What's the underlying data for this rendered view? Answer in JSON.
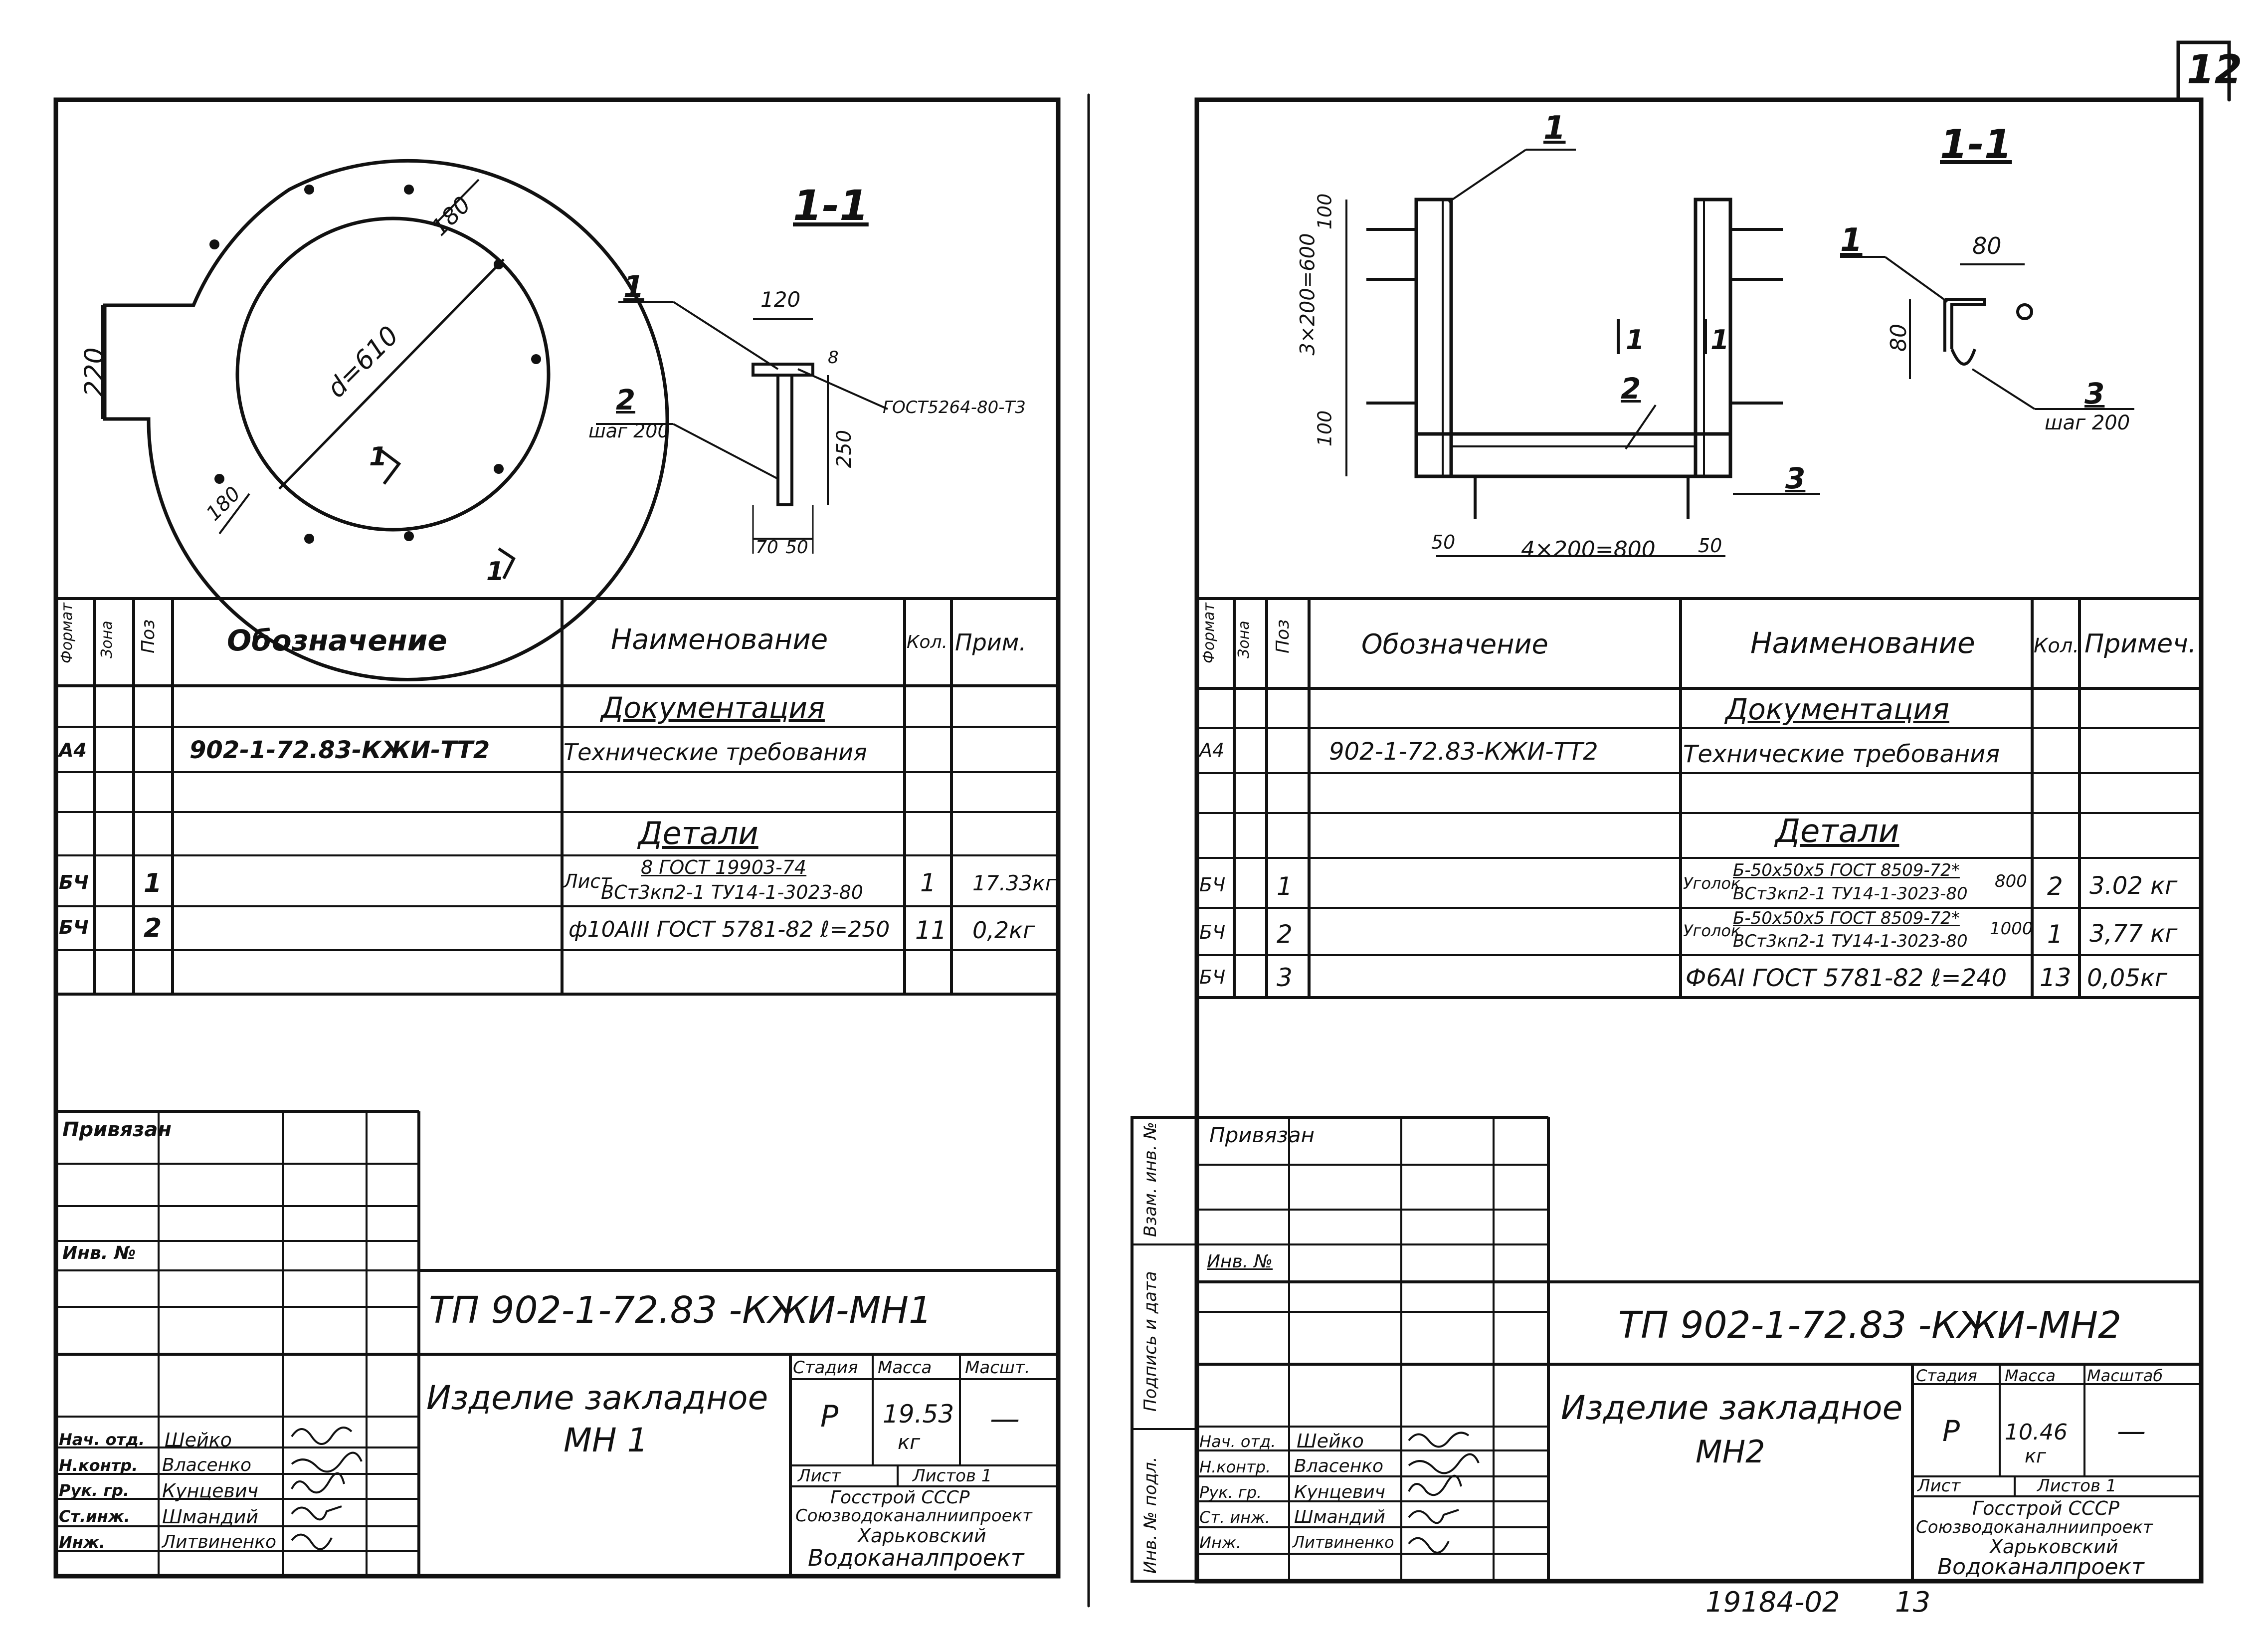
{
  "page_number": "12",
  "bottom_code": "19184-02",
  "bottom_page": "13",
  "left": {
    "drawing": {
      "section_title": "1-1",
      "dim_diameter": "d=610",
      "dim_180a": "180",
      "dim_180b": "180",
      "dim_220": "220",
      "cut_label_a": "1",
      "cut_label_b": "1",
      "pos1": "1",
      "pos2": "2",
      "pos2_step": "шаг 200",
      "dim_120": "120",
      "dim_8": "8",
      "dim_250": "250",
      "dim_70": "70",
      "dim_50": "50",
      "gost_weld": "ГОСТ5264-80-Т3"
    },
    "spec": {
      "headers": {
        "format": "Формат",
        "zone": "Зона",
        "pos": "Поз",
        "designation": "Обозначение",
        "name": "Наименование",
        "qty": "Кол.",
        "note": "Прим."
      },
      "section_doc": "Документация",
      "doc_row": {
        "format": "А4",
        "designation": "902-1-72.83-КЖИ-ТТ2",
        "name": "Технические требования"
      },
      "section_details": "Детали",
      "row1": {
        "format": "БЧ",
        "pos": "1",
        "name_prefix": "Лист",
        "name_top": "8 ГОСТ 19903-74",
        "name_bottom": "ВСт3кп2-1 ТУ14-1-3023-80",
        "qty": "1",
        "note": "17.33кг"
      },
      "row2": {
        "format": "БЧ",
        "pos": "2",
        "name": "ф10АIII ГОСТ 5781-82 ℓ=250",
        "qty": "11",
        "note": "0,2кг"
      }
    },
    "stamp": {
      "privyazan": "Привязан",
      "inv": "Инв. №",
      "code": "ТП 902-1-72.83  -КЖИ-МН1",
      "title_line1": "Изделие закладное",
      "title_line2": "МН 1",
      "stage_label": "Стадия",
      "mass_label": "Масса",
      "scale_label": "Масшт.",
      "stage": "Р",
      "mass": "19.53",
      "mass_unit": "кг",
      "scale": "—",
      "sheet_label": "Лист",
      "sheets_label": "Листов 1",
      "org1": "Госстрой СССР",
      "org2": "Союзводоканалниипроект",
      "org3": "Харьковский",
      "org4": "Водоканалпроект",
      "roles": [
        "Нач. отд.",
        "Н.контр.",
        "Рук. гр.",
        "Ст.инж.",
        "Инж."
      ],
      "names": [
        "Шейко",
        "Власенко",
        "Кунцевич",
        "Шмандий",
        "Литвиненко"
      ]
    }
  },
  "right": {
    "drawing": {
      "section_title": "1-1",
      "pos1a": "1",
      "pos1b": "1",
      "pos2": "2",
      "pos3a": "3",
      "pos3b": "3",
      "pos3_step": "шаг 200",
      "dim_vert": "3×200=600",
      "dim_100a": "100",
      "dim_100b": "100",
      "dim_horiz": "4×200=800",
      "dim_50a": "50",
      "dim_50b": "50",
      "dim_80a": "80",
      "dim_80b": "80",
      "cut_a": "1",
      "cut_b": "1"
    },
    "spec": {
      "headers": {
        "format": "Формат",
        "zone": "Зона",
        "pos": "Поз",
        "designation": "Обозначение",
        "name": "Наименование",
        "qty": "Кол.",
        "note": "Примеч."
      },
      "section_doc": "Документация",
      "doc_row": {
        "format": "А4",
        "designation": "902-1-72.83-КЖИ-ТТ2",
        "name": "Технические требования"
      },
      "section_details": "Детали",
      "row1": {
        "format": "БЧ",
        "pos": "1",
        "name_prefix": "Уголок",
        "name_top": "Б-50х50х5 ГОСТ 8509-72*",
        "name_bottom": "ВСт3кп2-1 ТУ14-1-3023-80",
        "name_len": "800",
        "qty": "2",
        "note": "3.02 кг"
      },
      "row2": {
        "format": "БЧ",
        "pos": "2",
        "name_prefix": "Уголок",
        "name_top": "Б-50х50х5 ГОСТ 8509-72*",
        "name_bottom": "ВСт3кп2-1 ТУ14-1-3023-80",
        "name_len": "1000",
        "qty": "1",
        "note": "3,77 кг"
      },
      "row3": {
        "format": "БЧ",
        "pos": "3",
        "name": "Ф6АI ГОСТ 5781-82 ℓ=240",
        "qty": "13",
        "note": "0,05кг"
      }
    },
    "stamp": {
      "side1": "Взам. инв. №",
      "side2": "Подпись и дата",
      "side3": "Инв. № подл.",
      "privyazan": "Привязан",
      "inv": "Инв. №",
      "code": "ТП 902-1-72.83  -КЖИ-МН2",
      "title_line1": "Изделие закладное",
      "title_line2": "МН2",
      "stage_label": "Стадия",
      "mass_label": "Масса",
      "scale_label": "Масштаб",
      "stage": "Р",
      "mass": "10.46",
      "mass_unit": "кг",
      "scale": "—",
      "sheet_label": "Лист",
      "sheets_label": "Листов 1",
      "org1": "Госстрой СССР",
      "org2": "Союзводоканалниипроект",
      "org3": "Харьковский",
      "org4": "Водоканалпроект",
      "roles": [
        "Нач. отд.",
        "Н.контр.",
        "Рук. гр.",
        "Ст. инж.",
        "Инж."
      ],
      "names": [
        "Шейко",
        "Власенко",
        "Кунцевич",
        "Шмандий",
        "Литвиненко"
      ]
    }
  }
}
